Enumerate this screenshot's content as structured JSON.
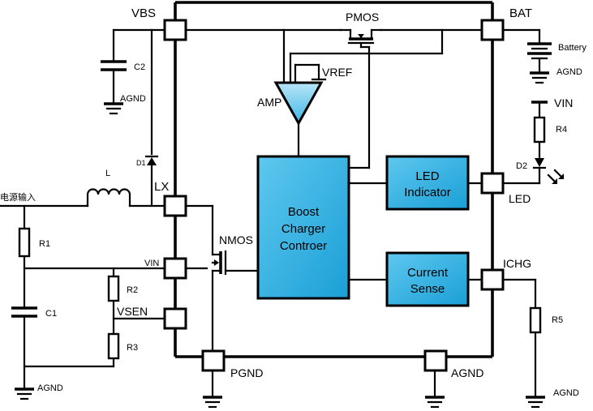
{
  "pins": {
    "vbs": "VBS",
    "bat": "BAT",
    "lx": "LX",
    "vin": "VIN",
    "vsen": "VSEN",
    "pgnd": "PGND",
    "agnd": "AGND",
    "led": "LED",
    "ichg": "ICHG"
  },
  "blocks": {
    "boost": [
      "Boost",
      "Charger",
      "Controer"
    ],
    "led_indicator": [
      "LED",
      "Indicator"
    ],
    "current_sense": [
      "Current",
      "Sense"
    ]
  },
  "labels": {
    "pmos": "PMOS",
    "nmos": "NMOS",
    "amp": "AMP",
    "vref": "VREF",
    "battery": "Battery",
    "vin_right": "VIN",
    "power_input": "电源输入",
    "inductor": "L",
    "diode_d1": "D1",
    "diode_d2": "D2"
  },
  "components": {
    "c1": "C1",
    "c2": "C2",
    "r1": "R1",
    "r2": "R2",
    "r3": "R3",
    "r4": "R4",
    "r5": "R5"
  },
  "grounds": {
    "c2_gnd": "AGND",
    "battery_gnd": "AGND",
    "left_gnd": "AGND",
    "r5_gnd": "AGND"
  },
  "colors": {
    "block_fill": "#1fa9dd",
    "block_highlight": "#7fd4f2",
    "wire": "#000000"
  }
}
